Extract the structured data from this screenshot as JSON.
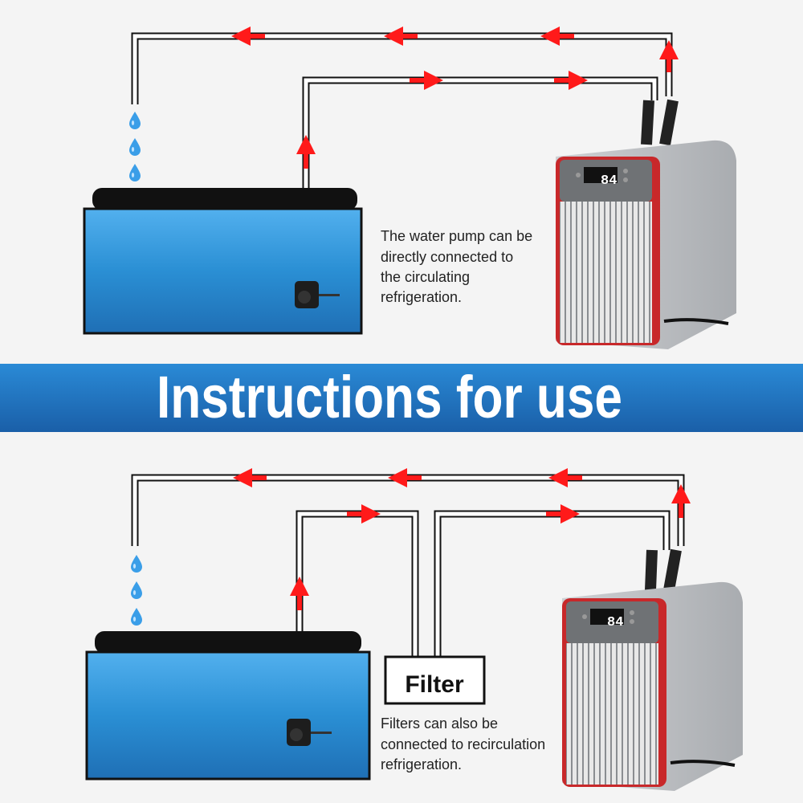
{
  "banner": {
    "title": "Instructions for use",
    "color_start": "#1a5fa8",
    "color_end": "#2a8ad6"
  },
  "top_panel": {
    "caption": [
      "The water pump can be",
      "directly connected to",
      "the circulating",
      "refrigeration."
    ],
    "display_value": "84"
  },
  "bottom_panel": {
    "filter_label": "Filter",
    "caption": [
      "Filters can also be",
      "connected to recirculation",
      "refrigeration."
    ],
    "display_value": "84"
  },
  "colors": {
    "arrow": "#ff1a1a",
    "chiller_accent": "#c8282a",
    "water": "#2a8fd4",
    "drop": "#3a9ee8"
  }
}
